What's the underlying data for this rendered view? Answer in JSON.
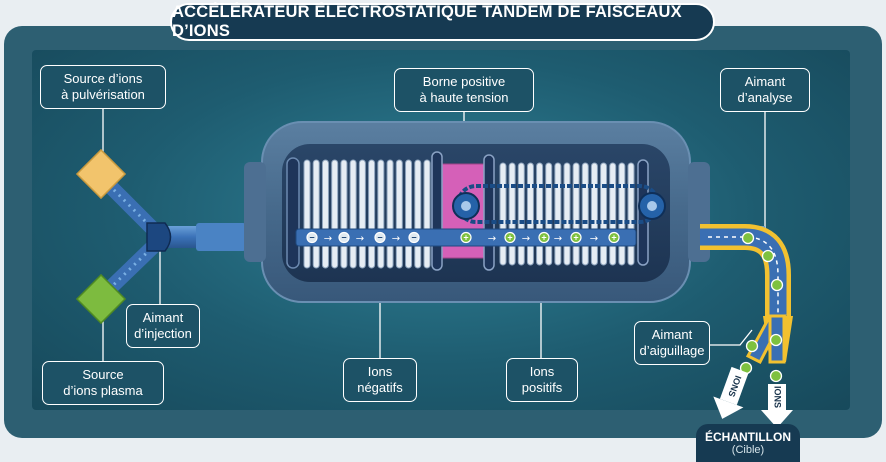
{
  "title": "ACCÉLÉRATEUR ÉLECTROSTATIQUE TANDEM DE FAISCEAUX D’IONS",
  "labels": {
    "sputter_source": [
      "Source d’ions",
      "à pulvérisation"
    ],
    "plasma_source": [
      "Source",
      "d’ions plasma"
    ],
    "injection_magnet": [
      "Aimant",
      "d’injection"
    ],
    "positive_terminal": [
      "Borne positive",
      "à haute tension"
    ],
    "negative_ions": [
      "Ions",
      "négatifs"
    ],
    "positive_ions": [
      "Ions",
      "positifs"
    ],
    "analysis_magnet": [
      "Aimant",
      "d’analyse"
    ],
    "switching_magnet": [
      "Aimant",
      "d’aiguillage"
    ]
  },
  "arrows": {
    "ions": "IONS"
  },
  "target": {
    "title": "ÉCHANTILLON",
    "subtitle": "(Cible)"
  },
  "colors": {
    "frame": "#2d5f72",
    "title_bg": "#163a52",
    "tank": "#4a6c8e",
    "beamline": "#3a6fb3",
    "terminal": "#d560b8",
    "sputter_source": "#f2c46c",
    "plasma_source": "#7dbb3f",
    "negative_ion": "#dfe9f0",
    "positive_ion": "#7ec13f",
    "magnet_band": "#f2c130"
  },
  "icons": {
    "negative_ion": "minus-circle-icon",
    "positive_ion": "plus-circle-icon",
    "beam_arrow": "right-arrow-icon",
    "output_arrow": "down-arrow-icon"
  }
}
